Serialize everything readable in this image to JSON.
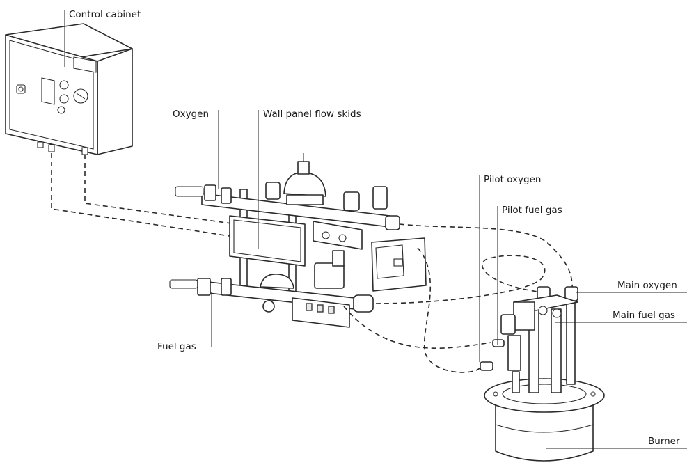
{
  "labels": {
    "control_cabinet": "Control cabinet",
    "oxygen": "Oxygen",
    "wall_panel_flow_skids": "Wall panel flow skids",
    "pilot_oxygen": "Pilot oxygen",
    "pilot_fuel_gas": "Pilot fuel gas",
    "main_oxygen": "Main oxygen",
    "main_fuel_gas": "Main fuel gas",
    "fuel_gas": "Fuel gas",
    "burner": "Burner"
  }
}
